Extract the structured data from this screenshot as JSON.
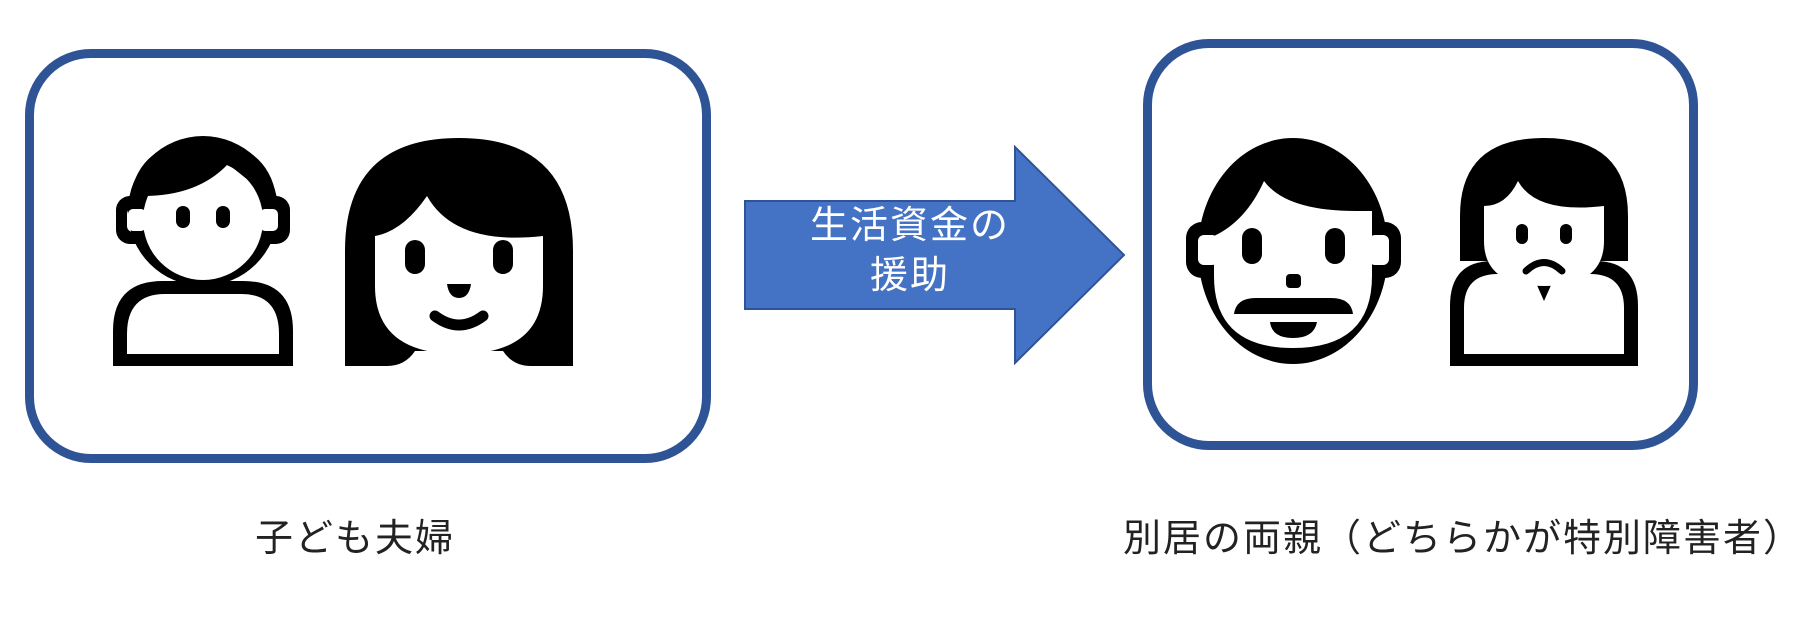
{
  "colors": {
    "frame_border": "#2f5496",
    "arrow_fill": "#4472c4",
    "arrow_stroke": "#2f5496",
    "icon": "#000000"
  },
  "left_group": {
    "caption": "子ども夫婦",
    "icons": [
      "boy-icon",
      "woman-icon"
    ]
  },
  "arrow": {
    "line1": "生活資金の",
    "line2": "援助"
  },
  "right_group": {
    "caption": "別居の両親（どちらかが特別障害者）",
    "icons": [
      "man-icon",
      "old-woman-icon"
    ]
  }
}
